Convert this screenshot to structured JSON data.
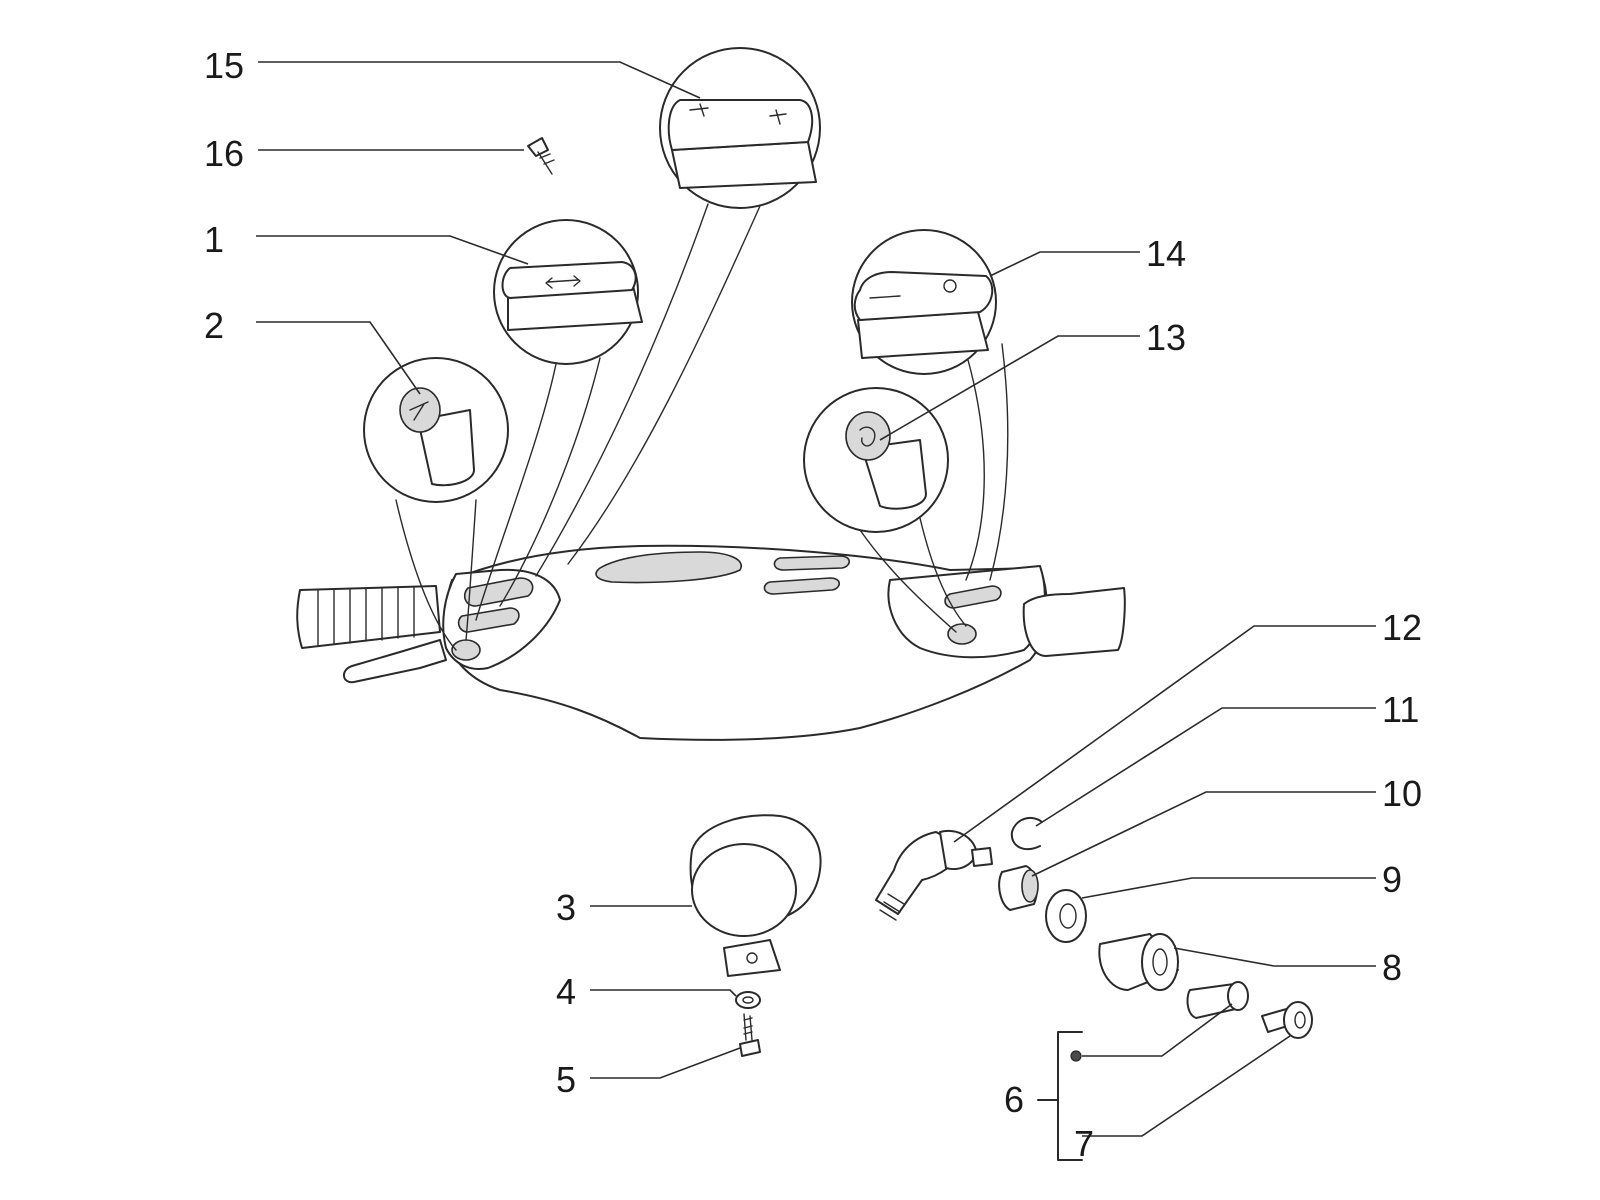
{
  "diagram": {
    "callouts": [
      {
        "id": "15",
        "label": "15"
      },
      {
        "id": "16",
        "label": "16"
      },
      {
        "id": "1",
        "label": "1"
      },
      {
        "id": "2",
        "label": "2"
      },
      {
        "id": "14",
        "label": "14"
      },
      {
        "id": "13",
        "label": "13"
      },
      {
        "id": "12",
        "label": "12"
      },
      {
        "id": "11",
        "label": "11"
      },
      {
        "id": "10",
        "label": "10"
      },
      {
        "id": "9",
        "label": "9"
      },
      {
        "id": "8",
        "label": "8"
      },
      {
        "id": "3",
        "label": "3"
      },
      {
        "id": "4",
        "label": "4"
      },
      {
        "id": "5",
        "label": "5"
      },
      {
        "id": "6",
        "label": "6"
      },
      {
        "id": "7",
        "label": "7"
      }
    ]
  }
}
